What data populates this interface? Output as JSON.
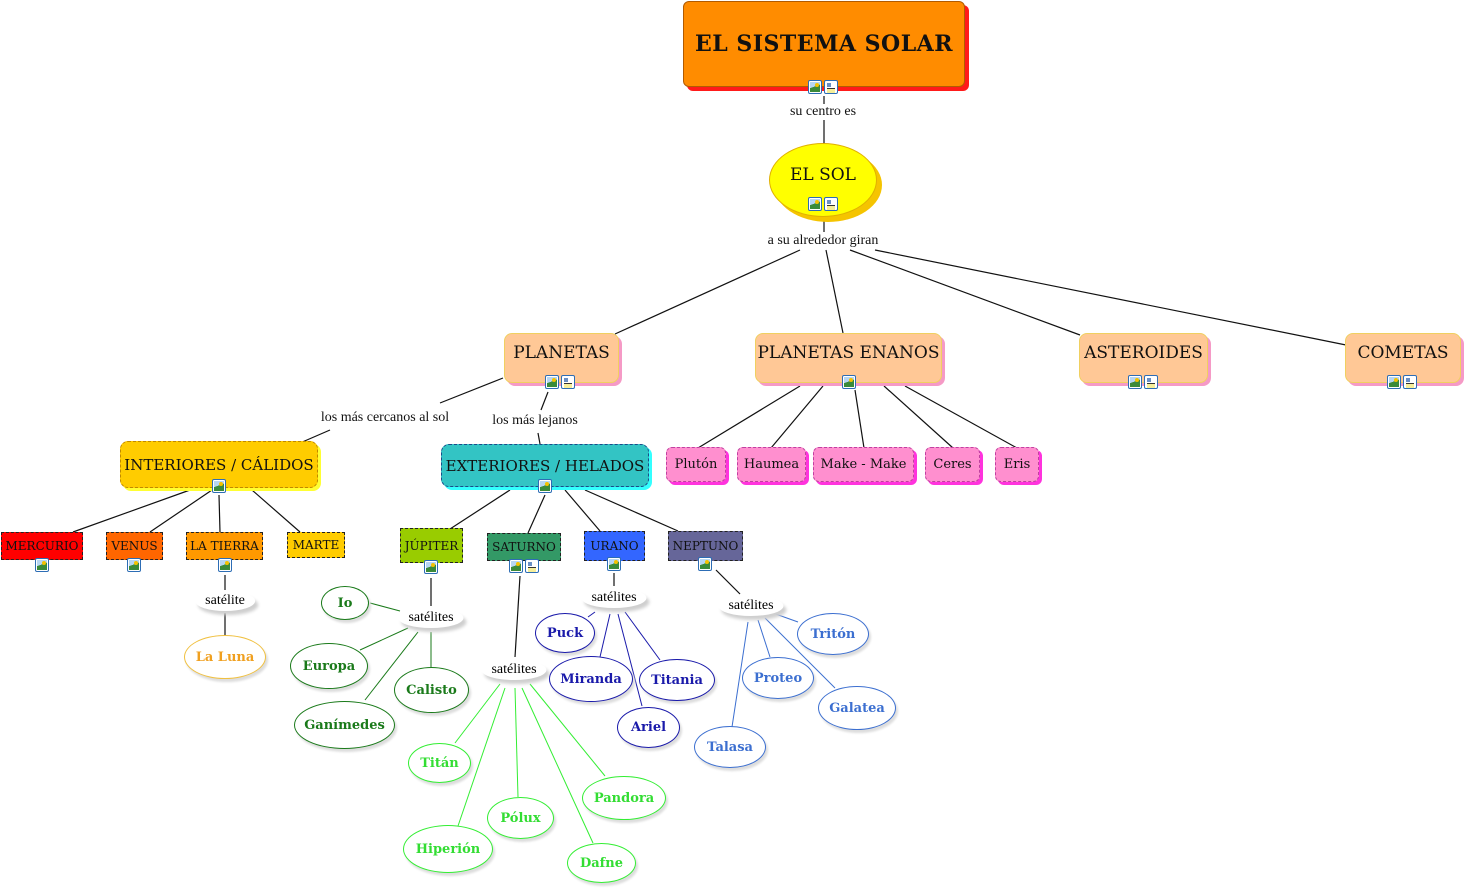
{
  "title": "EL SISTEMA SOLAR",
  "colors": {
    "root_fill": "#ff8c00",
    "root_shadow": "#ff1a1a",
    "sun_fill": "#ffff00",
    "sun_shadow": "#f5c400",
    "category_fill": "#ffc896",
    "category_shadow": "#f59ac6",
    "interiores_fill": "#ffcc00",
    "exteriores_fill": "#33c4c4",
    "dwarf_fill": "#ff8fcf",
    "dwarf_shadow": "#ff33dd",
    "mercurio": "#ff0000",
    "venus": "#ff6600",
    "tierra": "#ff9900",
    "marte": "#ffcc00",
    "jupiter": "#99cc00",
    "saturno": "#339966",
    "urano": "#3366ff",
    "neptuno": "#666699",
    "luna_text": "#f0a020",
    "jupiter_moons": "#1a7a1a",
    "saturn_moons": "#33ee33",
    "uranus_moons": "#1a1aaa",
    "neptune_moons": "#3c6fd0"
  },
  "root": {
    "label": "EL SISTEMA SOLAR",
    "icons": [
      "image-icon",
      "note-icon"
    ]
  },
  "link_labels": {
    "centro": "su centro es",
    "alrededor": "a su alrededor giran",
    "cercanos": "los más cercanos al sol",
    "lejanos": "los más lejanos"
  },
  "sun": {
    "label": "EL SOL",
    "icons": [
      "image-icon",
      "note-icon"
    ]
  },
  "categories": [
    {
      "label": "PLANETAS",
      "icons": [
        "image-icon",
        "note-icon"
      ]
    },
    {
      "label": "PLANETAS ENANOS",
      "icons": [
        "image-icon"
      ]
    },
    {
      "label": "ASTEROIDES",
      "icons": [
        "image-icon",
        "note-icon"
      ]
    },
    {
      "label": "COMETAS",
      "icons": [
        "image-icon",
        "note-icon"
      ]
    }
  ],
  "groups": {
    "interiores": {
      "label": "INTERIORES / CÁLIDOS",
      "icons": [
        "image-icon"
      ]
    },
    "exteriores": {
      "label": "EXTERIORES / HELADOS",
      "icons": [
        "image-icon"
      ]
    }
  },
  "dwarf_planets": [
    "Plutón",
    "Haumea",
    "Make - Make",
    "Ceres",
    "Eris"
  ],
  "inner_planets": [
    {
      "label": "MERCURIO",
      "icons": [
        "image-icon"
      ]
    },
    {
      "label": "VENUS",
      "icons": [
        "image-icon"
      ]
    },
    {
      "label": "LA TIERRA",
      "icons": [
        "image-icon"
      ]
    },
    {
      "label": "MARTE",
      "icons": []
    }
  ],
  "outer_planets": [
    {
      "label": "JÚPITER",
      "icons": [
        "image-icon"
      ]
    },
    {
      "label": "SATURNO",
      "icons": [
        "image-icon",
        "note-icon"
      ]
    },
    {
      "label": "URANO",
      "icons": [
        "image-icon"
      ]
    },
    {
      "label": "NEPTUNO",
      "icons": [
        "image-icon"
      ]
    }
  ],
  "satellite_labels": {
    "tierra": "satélite",
    "jupiter": "satélites",
    "saturno": "satélites",
    "urano": "satélites",
    "neptuno": "satélites"
  },
  "moons": {
    "tierra": [
      "La Luna"
    ],
    "jupiter": [
      "Io",
      "Europa",
      "Calisto",
      "Ganímedes"
    ],
    "saturno": [
      "Titán",
      "Pólux",
      "Pandora",
      "Hiperión",
      "Dafne"
    ],
    "urano": [
      "Puck",
      "Miranda",
      "Titania",
      "Ariel"
    ],
    "neptuno": [
      "Tritón",
      "Proteo",
      "Galatea",
      "Talasa"
    ]
  }
}
